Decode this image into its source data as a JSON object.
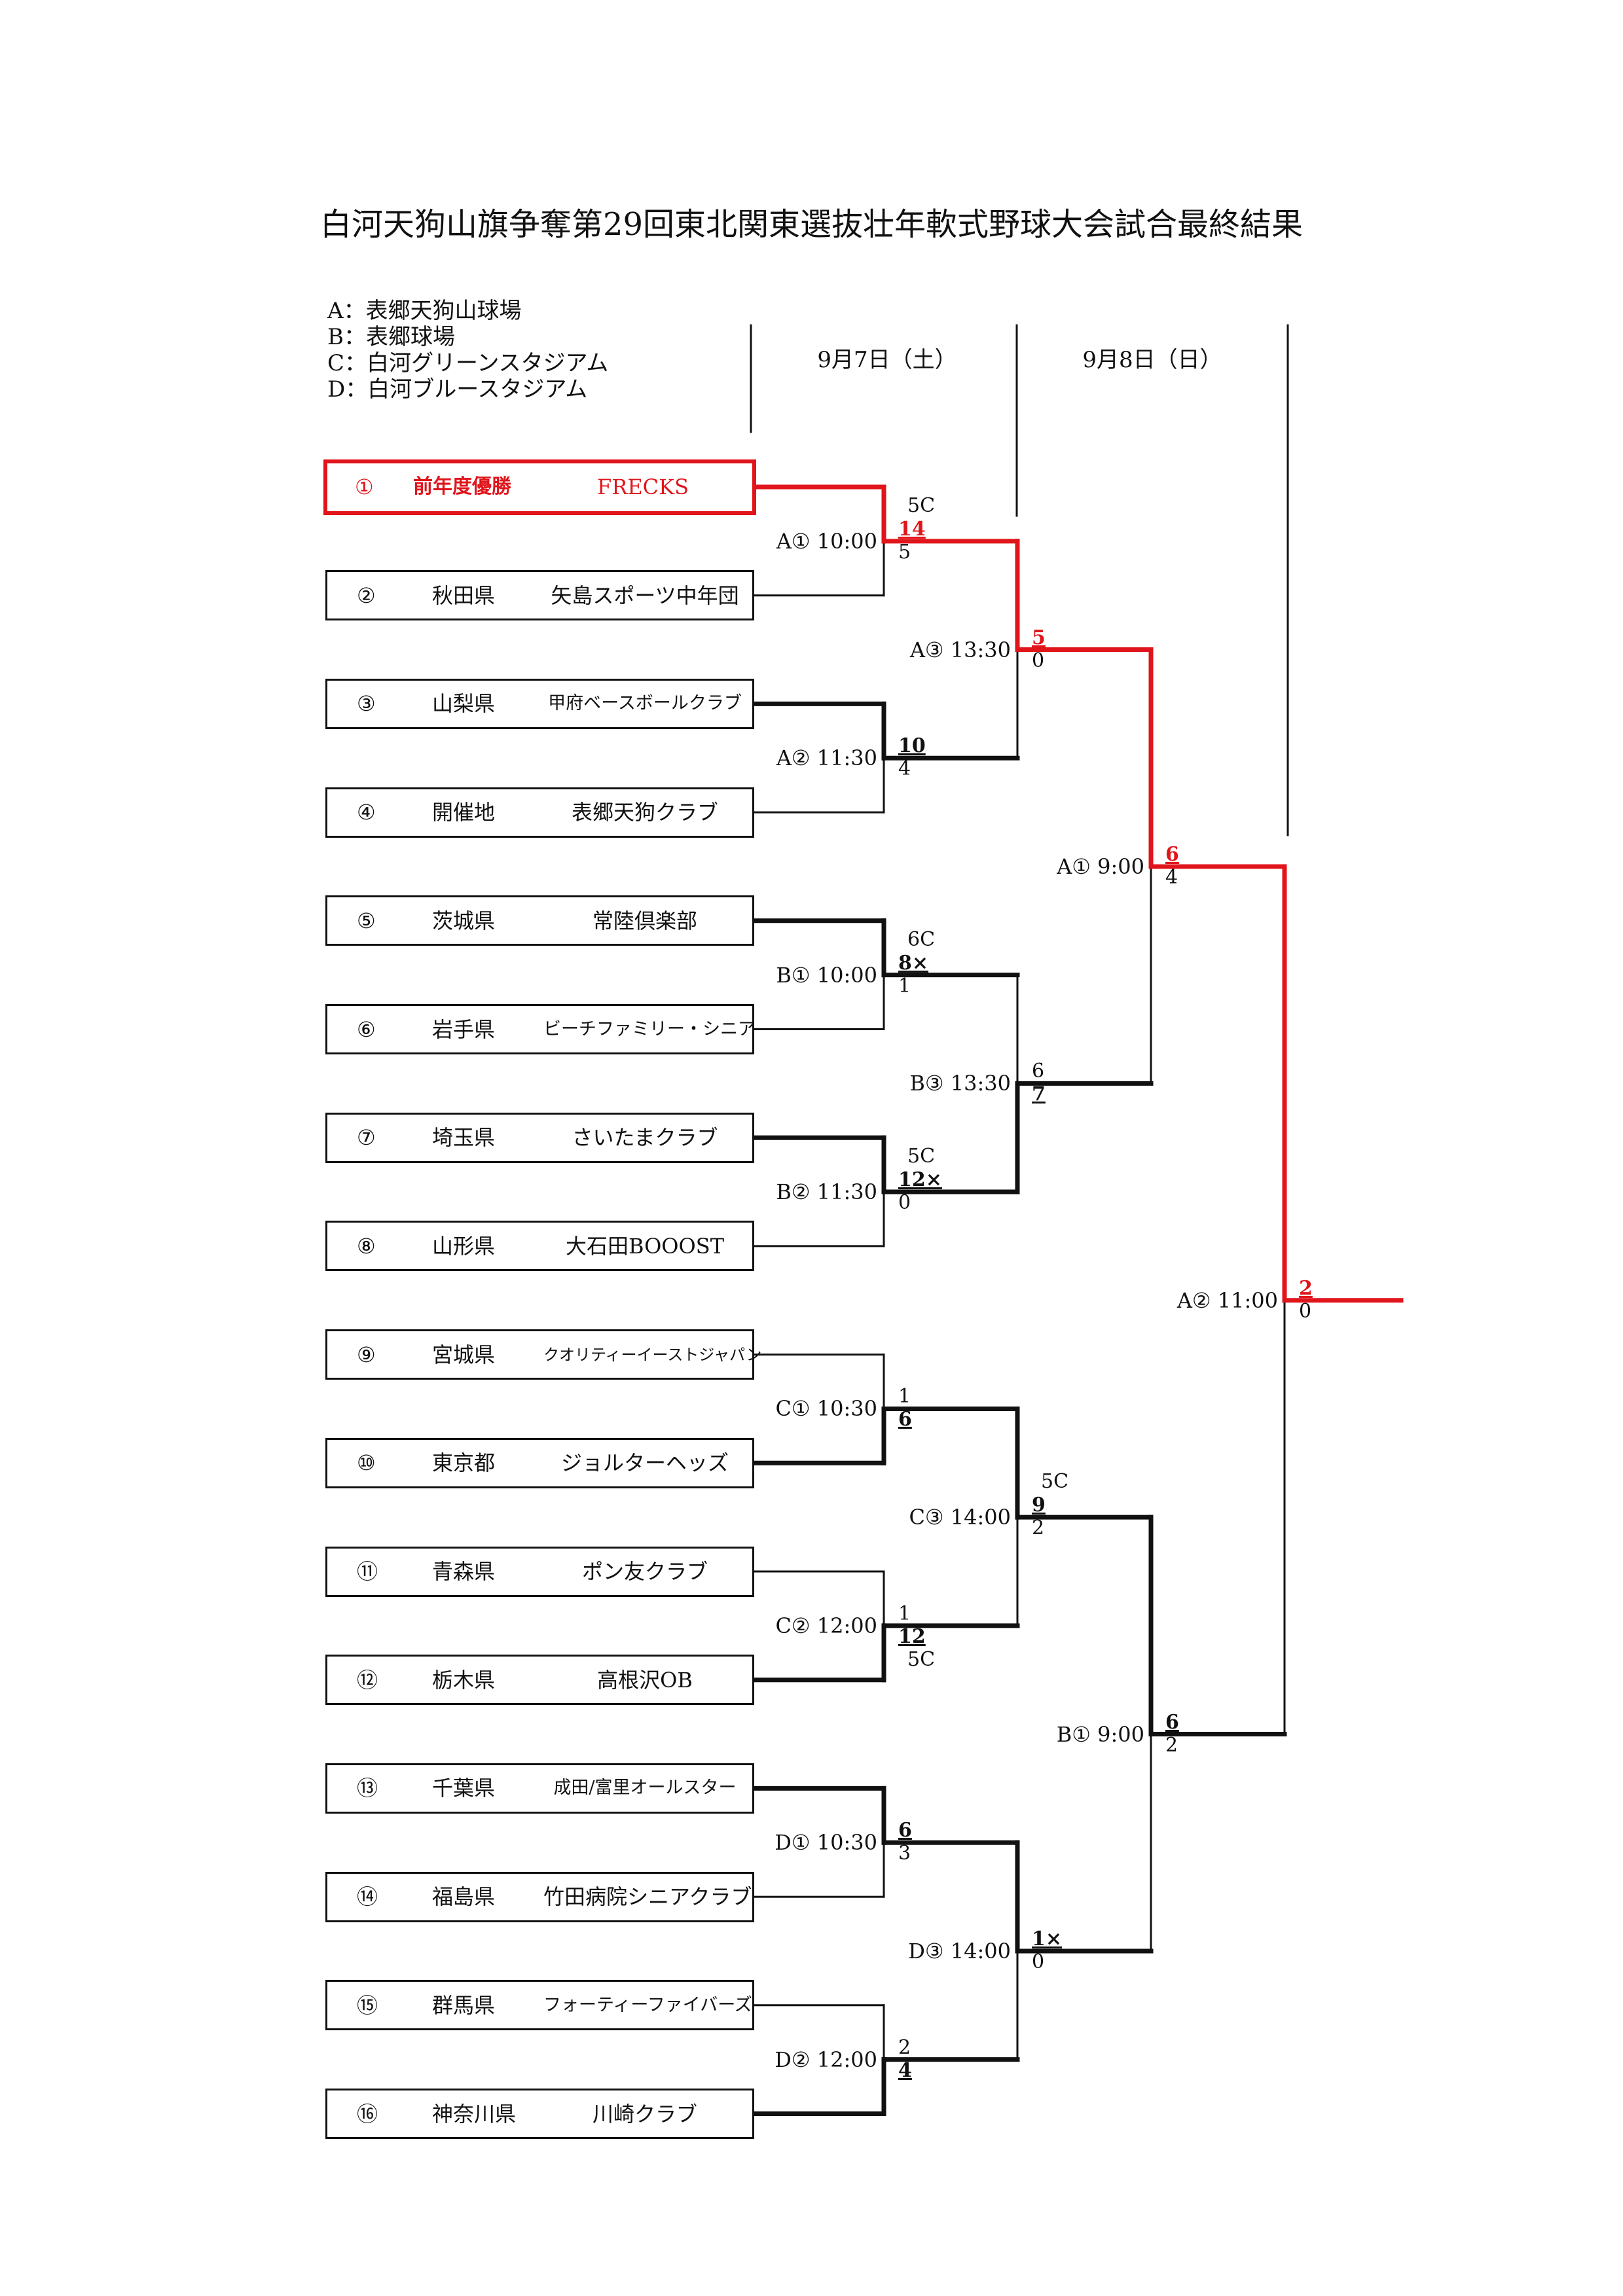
{
  "title": "白河天狗山旗争奪第29回東北関東選抜壮年軟式野球大会試合最終結果",
  "legend": [
    "A：表郷天狗山球場",
    "B：表郷球場",
    "C：白河グリーンスタジアム",
    "D：白河ブルースタジアム"
  ],
  "days": {
    "day1": "9月7日（土）",
    "day2": "9月8日（日）"
  },
  "colors": {
    "winner_path": "#e0151b",
    "line": "#111111"
  },
  "teams": [
    {
      "num": "①",
      "pref": "前年度優勝",
      "name": "FRECKS",
      "champion": true
    },
    {
      "num": "②",
      "pref": "秋田県",
      "name": "矢島スポーツ中年団"
    },
    {
      "num": "③",
      "pref": "山梨県",
      "name": "甲府ベースボールクラブ"
    },
    {
      "num": "④",
      "pref": "開催地",
      "name": "表郷天狗クラブ"
    },
    {
      "num": "⑤",
      "pref": "茨城県",
      "name": "常陸倶楽部"
    },
    {
      "num": "⑥",
      "pref": "岩手県",
      "name": "ビーチファミリー・シニア"
    },
    {
      "num": "⑦",
      "pref": "埼玉県",
      "name": "さいたまクラブ"
    },
    {
      "num": "⑧",
      "pref": "山形県",
      "name": "大石田BOOOST"
    },
    {
      "num": "⑨",
      "pref": "宮城県",
      "name": "クオリティーイーストジャパン"
    },
    {
      "num": "⑩",
      "pref": "東京都",
      "name": "ジョルターヘッズ"
    },
    {
      "num": "⑪",
      "pref": "青森県",
      "name": "ポン友クラブ"
    },
    {
      "num": "⑫",
      "pref": "栃木県",
      "name": "高根沢OB"
    },
    {
      "num": "⑬",
      "pref": "千葉県",
      "name": "成田/富里オールスター"
    },
    {
      "num": "⑭",
      "pref": "福島県",
      "name": "竹田病院シニアクラブ"
    },
    {
      "num": "⑮",
      "pref": "群馬県",
      "name": "フォーティーファイバーズ"
    },
    {
      "num": "⑯",
      "pref": "神奈川県",
      "name": "川崎クラブ"
    }
  ],
  "games": {
    "r1": [
      {
        "info": "A① 10:00",
        "note": "5C",
        "top": "14",
        "bottom": "5",
        "winner": "top"
      },
      {
        "info": "A② 11:30",
        "top": "10",
        "bottom": "4",
        "winner": "top"
      },
      {
        "info": "B① 10:00",
        "note": "6C",
        "top": "8×",
        "bottom": "1",
        "winner": "top"
      },
      {
        "info": "B② 11:30",
        "note": "5C",
        "top": "12×",
        "bottom": "0",
        "winner": "top"
      },
      {
        "info": "C① 10:30",
        "top": "1",
        "bottom": "6",
        "winner": "bottom"
      },
      {
        "info": "C② 12:00",
        "top": "1",
        "bottom": "12",
        "note_below": "5C",
        "winner": "bottom"
      },
      {
        "info": "D① 10:30",
        "top": "6",
        "bottom": "3",
        "winner": "top"
      },
      {
        "info": "D② 12:00",
        "top": "2",
        "bottom": "4",
        "winner": "bottom"
      }
    ],
    "r2": [
      {
        "info": "A③ 13:30",
        "top": "5",
        "bottom": "0",
        "winner": "top"
      },
      {
        "info": "B③ 13:30",
        "top": "6",
        "bottom": "7",
        "winner": "bottom"
      },
      {
        "info": "C③ 14:00",
        "note": "5C",
        "top": "9",
        "bottom": "2",
        "winner": "top"
      },
      {
        "info": "D③ 14:00",
        "top": "1×",
        "bottom": "0",
        "winner": "top"
      }
    ],
    "r3": [
      {
        "info": "A① 9:00",
        "top": "6",
        "bottom": "4",
        "winner": "top"
      },
      {
        "info": "B① 9:00",
        "top": "6",
        "bottom": "2",
        "winner": "top"
      }
    ],
    "final": {
      "info": "A② 11:00",
      "top": "2",
      "bottom": "0",
      "winner": "top"
    }
  }
}
